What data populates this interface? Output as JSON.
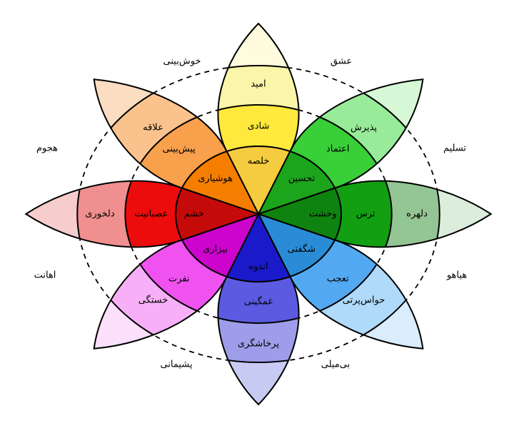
{
  "wheel": {
    "background_color": "#ffffff",
    "line_color": "#000000",
    "petals": [
      {
        "direction": "top",
        "segments": [
          {
            "level": "inner",
            "label": "خلصه",
            "color": "#F5CC40"
          },
          {
            "level": "middle",
            "label": "شادی",
            "color": "#FFE93C"
          },
          {
            "level": "outer",
            "label": "امید",
            "color": "#FAF5A8"
          },
          {
            "level": "tip",
            "label": "",
            "color": "#FEFBDF"
          }
        ]
      },
      {
        "direction": "top-right",
        "segments": [
          {
            "level": "inner",
            "label": "تحسین",
            "color": "#1CA41C"
          },
          {
            "level": "middle",
            "label": "اعتماد",
            "color": "#38CF38"
          },
          {
            "level": "outer",
            "label": "پذیرش",
            "color": "#98EB98"
          },
          {
            "level": "tip",
            "label": "",
            "color": "#D7F8D7"
          }
        ]
      },
      {
        "direction": "right",
        "segments": [
          {
            "level": "inner",
            "label": "وحشت",
            "color": "#0F830F"
          },
          {
            "level": "middle",
            "label": "ترس",
            "color": "#12A012"
          },
          {
            "level": "outer",
            "label": "دلهره",
            "color": "#94C594"
          },
          {
            "level": "tip",
            "label": "",
            "color": "#DCEDDC"
          }
        ]
      },
      {
        "direction": "bottom-right",
        "segments": [
          {
            "level": "inner",
            "label": "شگفتی",
            "color": "#2A8CD6"
          },
          {
            "level": "middle",
            "label": "تعجب",
            "color": "#53A9F1"
          },
          {
            "level": "outer",
            "label": "حواس‌پرتی",
            "color": "#AFDAFA"
          },
          {
            "level": "tip",
            "label": "",
            "color": "#DAEDFD"
          }
        ]
      },
      {
        "direction": "bottom",
        "segments": [
          {
            "level": "inner",
            "label": "اندوه",
            "color": "#1A1ACB"
          },
          {
            "level": "middle",
            "label": "غمگینی",
            "color": "#5B5BE1"
          },
          {
            "level": "outer",
            "label": "پرخاشگری",
            "color": "#9D9DE9"
          },
          {
            "level": "tip",
            "label": "",
            "color": "#C7CBF4"
          }
        ]
      },
      {
        "direction": "bottom-left",
        "segments": [
          {
            "level": "inner",
            "label": "بیزاری",
            "color": "#CC04CC"
          },
          {
            "level": "middle",
            "label": "نفرت",
            "color": "#EF52EF"
          },
          {
            "level": "outer",
            "label": "خستگی",
            "color": "#F7B0F7"
          },
          {
            "level": "tip",
            "label": "",
            "color": "#FBDFFB"
          }
        ]
      },
      {
        "direction": "left",
        "segments": [
          {
            "level": "inner",
            "label": "خشم",
            "color": "#C50A0A"
          },
          {
            "level": "middle",
            "label": "عصبانیت",
            "color": "#ED0C0C"
          },
          {
            "level": "outer",
            "label": "دلخوری",
            "color": "#F08F8F"
          },
          {
            "level": "tip",
            "label": "",
            "color": "#F7CCCC"
          }
        ]
      },
      {
        "direction": "top-left",
        "segments": [
          {
            "level": "inner",
            "label": "هوشیاری",
            "color": "#F57E00"
          },
          {
            "level": "middle",
            "label": "پیش‌بینی",
            "color": "#F9A04C"
          },
          {
            "level": "outer",
            "label": "علاقه",
            "color": "#FAC38D"
          },
          {
            "level": "tip",
            "label": "",
            "color": "#FBDDC2"
          }
        ]
      }
    ],
    "dyad_labels": [
      {
        "slot": "top-left",
        "label": "خوش‌بینی"
      },
      {
        "slot": "top-right",
        "label": "عشق"
      },
      {
        "slot": "upper-right",
        "label": "تسلیم"
      },
      {
        "slot": "lower-right",
        "label": "هیاهو"
      },
      {
        "slot": "bottom-right",
        "label": "بی‌میلی"
      },
      {
        "slot": "bottom-left",
        "label": "پشیمانی"
      },
      {
        "slot": "lower-left",
        "label": "اهانت"
      },
      {
        "slot": "upper-left",
        "label": "هجوم"
      }
    ]
  }
}
